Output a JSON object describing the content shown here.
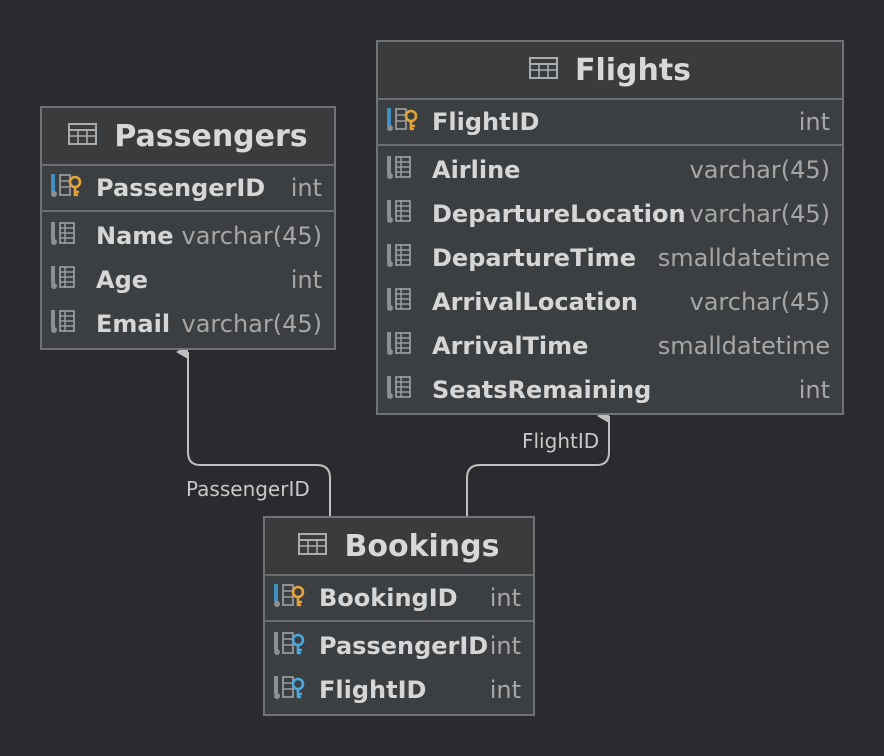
{
  "tables": {
    "passengers": {
      "title": "Passengers",
      "pk": {
        "name": "PassengerID",
        "type": "int",
        "icon": "primary-key-column-icon"
      },
      "columns": [
        {
          "name": "Name",
          "type": "varchar(45)",
          "icon": "column-icon"
        },
        {
          "name": "Age",
          "type": "int",
          "icon": "column-icon"
        },
        {
          "name": "Email",
          "type": "varchar(45)",
          "icon": "column-icon"
        }
      ]
    },
    "flights": {
      "title": "Flights",
      "pk": {
        "name": "FlightID",
        "type": "int",
        "icon": "primary-key-column-icon"
      },
      "columns": [
        {
          "name": "Airline",
          "type": "varchar(45)",
          "icon": "column-icon"
        },
        {
          "name": "DepartureLocation",
          "type": "varchar(45)",
          "icon": "column-icon"
        },
        {
          "name": "DepartureTime",
          "type": "smalldatetime",
          "icon": "column-icon"
        },
        {
          "name": "ArrivalLocation",
          "type": "varchar(45)",
          "icon": "column-icon"
        },
        {
          "name": "ArrivalTime",
          "type": "smalldatetime",
          "icon": "column-icon"
        },
        {
          "name": "SeatsRemaining",
          "type": "int",
          "icon": "column-icon"
        }
      ]
    },
    "bookings": {
      "title": "Bookings",
      "pk": {
        "name": "BookingID",
        "type": "int",
        "icon": "primary-key-column-icon"
      },
      "columns": [
        {
          "name": "PassengerID",
          "type": "int",
          "icon": "foreign-key-column-icon"
        },
        {
          "name": "FlightID",
          "type": "int",
          "icon": "foreign-key-column-icon"
        }
      ]
    }
  },
  "relations": {
    "bookings_passengers": {
      "label": "PassengerID"
    },
    "bookings_flights": {
      "label": "FlightID"
    }
  },
  "colors": {
    "background": "#2b2b2f",
    "table_fill": "#3c3f41",
    "border": "#707275",
    "primary_key": "#e5a43a",
    "foreign_key": "#4aa9de",
    "edge": "#c0c0c0"
  }
}
